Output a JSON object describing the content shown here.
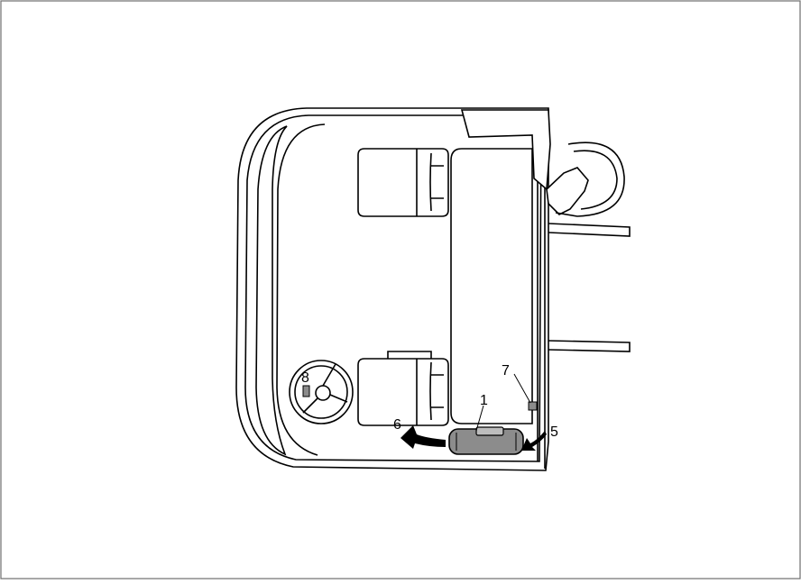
{
  "diagram": {
    "callouts": [
      {
        "id": "heater",
        "label": "1"
      },
      {
        "id": "air-inlet",
        "label": "5"
      },
      {
        "id": "air-outlet",
        "label": "6"
      },
      {
        "id": "sensor",
        "label": "7"
      },
      {
        "id": "control-switch",
        "label": "8"
      }
    ],
    "colors": {
      "line": "#000000",
      "fill": "#ffffff",
      "component_gray": "#8c8c8c",
      "frame": "#6e6e6e"
    }
  }
}
